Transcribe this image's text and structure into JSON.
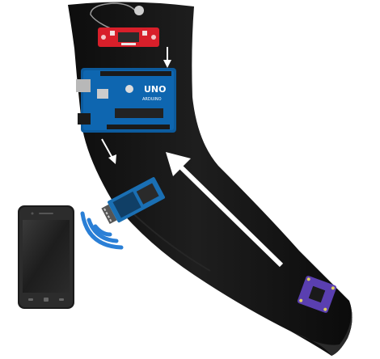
{
  "diagram": {
    "board_labels": {
      "arduino_brand": "UNO",
      "arduino_sub": "ARDUINO"
    },
    "components": [
      {
        "id": "emg-sensor",
        "color": "#d81f2a"
      },
      {
        "id": "arduino-uno",
        "color": "#0c5a9c"
      },
      {
        "id": "bluetooth-module",
        "color": "#1a6fb3"
      },
      {
        "id": "imu-sensor",
        "color": "#5a3fb0"
      },
      {
        "id": "smartphone",
        "color": "#1b1b1b"
      }
    ],
    "colors": {
      "sleeve": "#141414",
      "arrow": "#ffffff",
      "signal_wave": "#2a7fd6"
    }
  }
}
